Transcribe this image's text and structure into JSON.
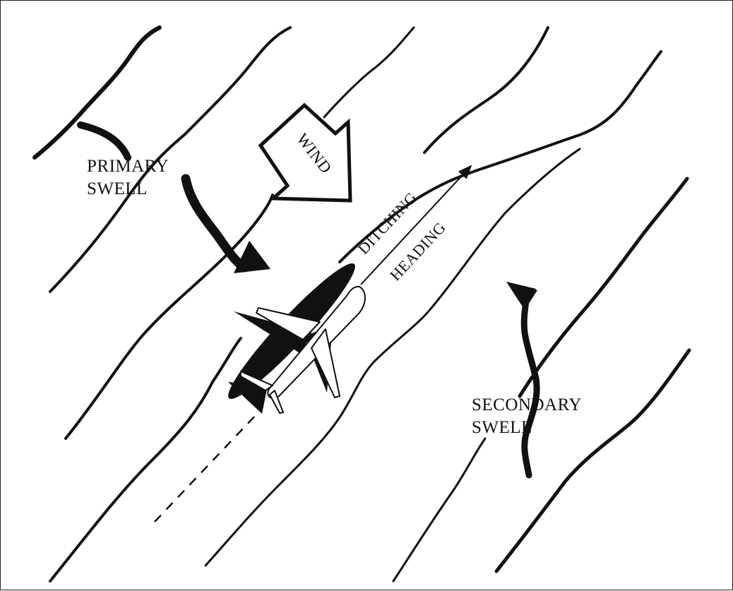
{
  "labels": {
    "primary_swell_line1": "PRIMARY",
    "primary_swell_line2": "SWELL",
    "secondary_swell_line1": "SECONDARY",
    "secondary_swell_line2": "SWELL",
    "wind": "WIND",
    "ditching": "DITCHING",
    "heading": "HEADING"
  },
  "colors": {
    "ink": "#111111",
    "background": "#ffffff"
  }
}
